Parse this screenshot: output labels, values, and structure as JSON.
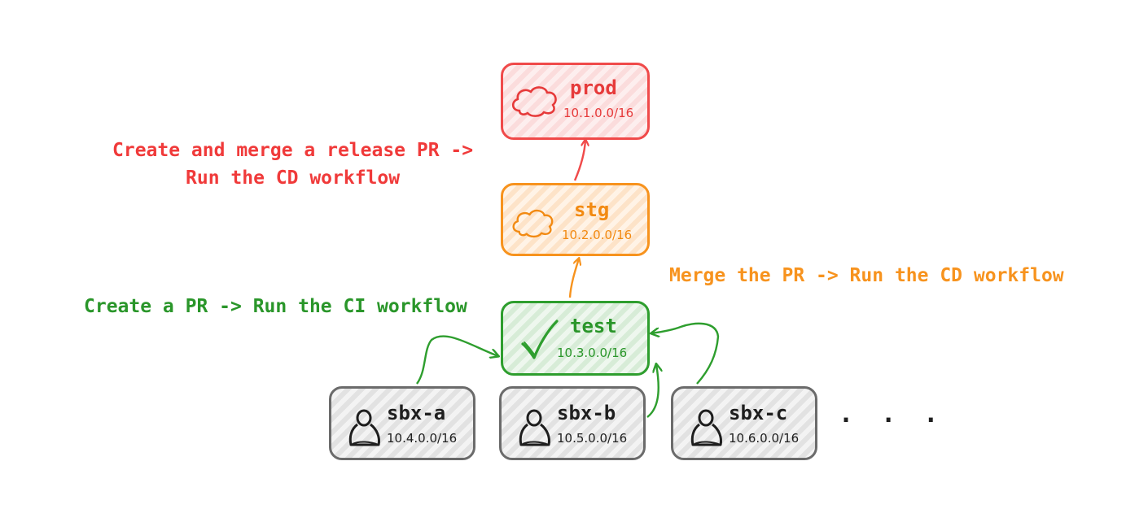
{
  "environments": {
    "prod": {
      "name": "prod",
      "cidr": "10.1.0.0/16",
      "icon": "cloud-icon",
      "color": "#e63a3a"
    },
    "stg": {
      "name": "stg",
      "cidr": "10.2.0.0/16",
      "icon": "cloud-icon",
      "color": "#f28a12"
    },
    "test": {
      "name": "test",
      "cidr": "10.3.0.0/16",
      "icon": "checkmark-icon",
      "color": "#2a962a"
    },
    "sandboxes": [
      {
        "name": "sbx-a",
        "cidr": "10.4.0.0/16",
        "icon": "user-icon"
      },
      {
        "name": "sbx-b",
        "cidr": "10.5.0.0/16",
        "icon": "user-icon"
      },
      {
        "name": "sbx-c",
        "cidr": "10.6.0.0/16",
        "icon": "user-icon"
      }
    ],
    "more": ". . ."
  },
  "annotations": {
    "release_line1": "Create and merge a release PR ->",
    "release_line2": "Run the CD workflow",
    "merge": "Merge the PR -> Run the CD workflow",
    "ci": "Create a PR -> Run the CI workflow"
  }
}
